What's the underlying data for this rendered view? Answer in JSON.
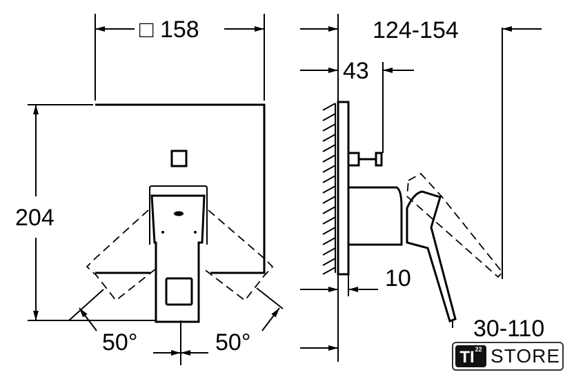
{
  "dimensions": {
    "width": "□ 158",
    "height": "204",
    "angle_left": "50°",
    "angle_right": "50°",
    "depth_range": "124-154",
    "stem": "43",
    "plate": "10",
    "projection": "30-110"
  },
  "logo": {
    "brand": "TI",
    "superscript": "22",
    "word": "STORE"
  }
}
